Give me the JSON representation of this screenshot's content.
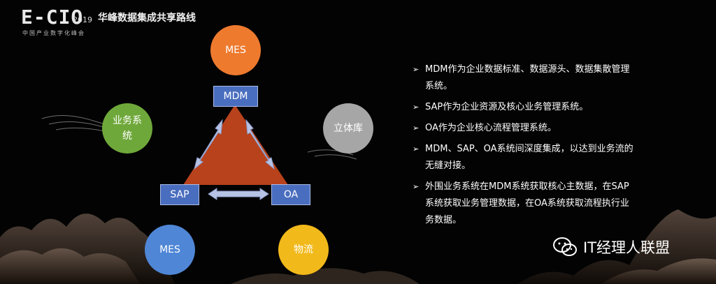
{
  "header": {
    "logo_text": "E-CIO",
    "logo_year": "2019",
    "logo_sub": "中国产业数字化峰会",
    "title": "华峰数据集成共享路线"
  },
  "diagram": {
    "circles": {
      "mes_top": "MES",
      "business": "业务系\n统",
      "warehouse": "立体库",
      "mes_bottom": "MES",
      "logistics": "物流"
    },
    "nodes": {
      "mdm": "MDM",
      "sap": "SAP",
      "oa": "OA"
    }
  },
  "bullets": [
    "MDM作为企业数据标准、数据源头、数据集散管理系统。",
    "SAP作为企业资源及核心业务管理系统。",
    "OA作为企业核心流程管理系统。",
    "MDM、SAP、OA系统间深度集成，以达到业务流的无缝对接。",
    "外围业务系统在MDM系统获取核心主数据，在SAP系统获取业务管理数据，在OA系统获取流程执行业务数据。"
  ],
  "watermark": {
    "text": "IT经理人联盟"
  },
  "colors": {
    "triangle": "#b8421c",
    "node_box": "#4a6ebf",
    "mes_top": "#ee7a2e",
    "business": "#6fa83a",
    "warehouse": "#a6a6a6",
    "mes_bottom": "#4f86d6",
    "logistics": "#f2b91a"
  }
}
